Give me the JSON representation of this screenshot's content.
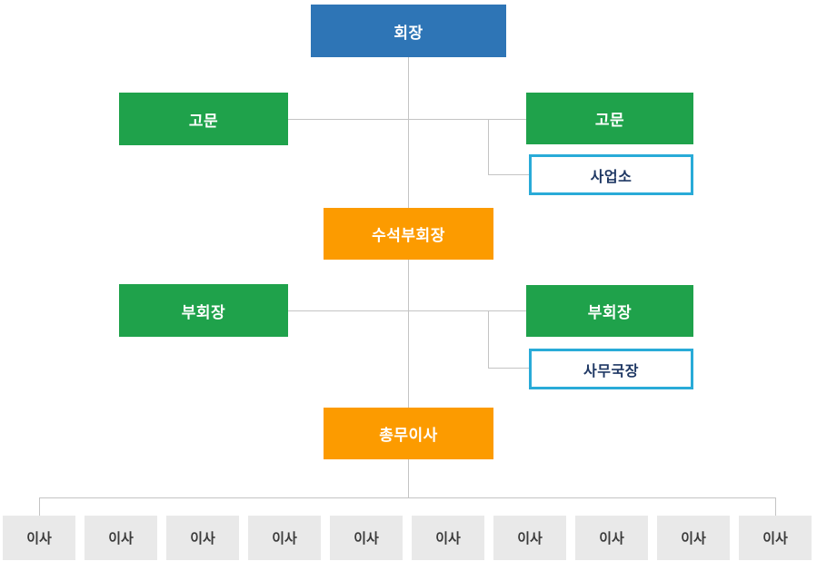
{
  "colors": {
    "chairman_blue": "#2E75B6",
    "green": "#1FA24B",
    "orange": "#FC9B00",
    "sub_border_cyan": "#29ABD8",
    "sub_text_navy": "#1F3864",
    "director_bg": "#E9E9E9",
    "director_text": "#3B3B3B",
    "line_gray": "#C4C4C4"
  },
  "org_chart": {
    "chairman_label": "회장",
    "advisor_left_label": "고문",
    "advisor_right_label": "고문",
    "business_office_label": "사업소",
    "senior_vice_chairman_label": "수석부회장",
    "vice_chairman_left_label": "부회장",
    "vice_chairman_right_label": "부회장",
    "secretary_general_label": "사무국장",
    "general_affairs_director_label": "총무이사",
    "director_labels": [
      "이사",
      "이사",
      "이사",
      "이사",
      "이사",
      "이사",
      "이사",
      "이사",
      "이사",
      "이사"
    ]
  }
}
